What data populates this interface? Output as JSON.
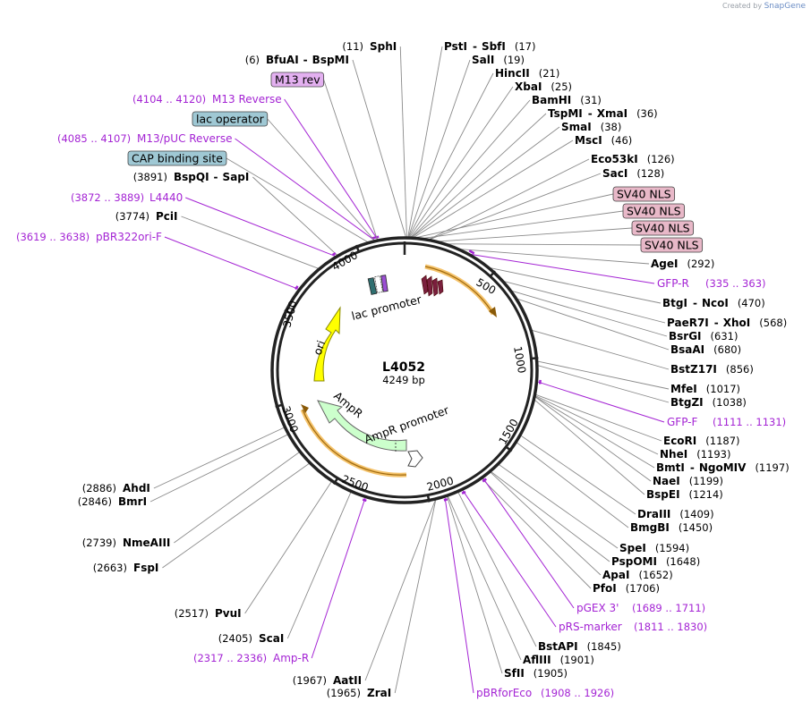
{
  "credit": {
    "prefix": "Created by",
    "brand": "SnapGene"
  },
  "plasmid": {
    "name": "L4052",
    "length_label": "4249 bp",
    "total_bp": 4249
  },
  "ring_ticks": [
    "500",
    "1000",
    "1500",
    "2000",
    "2500",
    "3000",
    "3500",
    "4000"
  ],
  "features": [
    {
      "label": "lac promoter",
      "color": "#ffffff",
      "kind": "promoter"
    },
    {
      "label": "ori",
      "color": "#ffff00",
      "kind": "origin"
    },
    {
      "label": "AmpR",
      "color": "#ccffcc",
      "kind": "cds"
    },
    {
      "label": "AmpR promoter",
      "color": "#ffffff",
      "kind": "promoter"
    }
  ],
  "boxed_labels": [
    {
      "text": "M13 rev",
      "color": "#e3b0f0"
    },
    {
      "text": "lac operator",
      "color": "#9fc8d4"
    },
    {
      "text": "CAP binding site",
      "color": "#9fc8d4"
    },
    {
      "text": "SV40 NLS",
      "color": "#e8b8c8"
    },
    {
      "text": "SV40 NLS",
      "color": "#e8b8c8"
    },
    {
      "text": "SV40 NLS",
      "color": "#e8b8c8"
    },
    {
      "text": "SV40 NLS",
      "color": "#e8b8c8"
    }
  ],
  "sites_left": [
    {
      "pos": "(11)",
      "name": "SphI"
    },
    {
      "pos": "(6)",
      "name": "BfuAI",
      "name2": "BspMI"
    },
    {
      "pos": "(3891)",
      "name": "BspQI",
      "name2": "SapI"
    },
    {
      "pos": "(3774)",
      "name": "PciI"
    },
    {
      "pos": "(2886)",
      "name": "AhdI"
    },
    {
      "pos": "(2846)",
      "name": "BmrI"
    },
    {
      "pos": "(2739)",
      "name": "NmeAIII"
    },
    {
      "pos": "(2663)",
      "name": "FspI"
    },
    {
      "pos": "(2517)",
      "name": "PvuI"
    },
    {
      "pos": "(2405)",
      "name": "ScaI"
    },
    {
      "pos": "(1967)",
      "name": "AatII"
    },
    {
      "pos": "(1965)",
      "name": "ZraI"
    }
  ],
  "sites_right": [
    {
      "name": "PstI",
      "name2": "SbfI",
      "pos": "(17)"
    },
    {
      "name": "SalI",
      "pos": "(19)"
    },
    {
      "name": "HincII",
      "pos": "(21)"
    },
    {
      "name": "XbaI",
      "pos": "(25)"
    },
    {
      "name": "BamHI",
      "pos": "(31)"
    },
    {
      "name": "TspMI",
      "name2": "XmaI",
      "pos": "(36)"
    },
    {
      "name": "SmaI",
      "pos": "(38)"
    },
    {
      "name": "MscI",
      "pos": "(46)"
    },
    {
      "name": "Eco53kI",
      "pos": "(126)"
    },
    {
      "name": "SacI",
      "pos": "(128)"
    },
    {
      "name": "AgeI",
      "pos": "(292)"
    },
    {
      "name": "BtgI",
      "name2": "NcoI",
      "pos": "(470)"
    },
    {
      "name": "PaeR7I",
      "name2": "XhoI",
      "pos": "(568)"
    },
    {
      "name": "BsrGI",
      "pos": "(631)"
    },
    {
      "name": "BsaAI",
      "pos": "(680)"
    },
    {
      "name": "BstZ17I",
      "pos": "(856)"
    },
    {
      "name": "MfeI",
      "pos": "(1017)"
    },
    {
      "name": "BtgZI",
      "pos": "(1038)"
    },
    {
      "name": "EcoRI",
      "pos": "(1187)"
    },
    {
      "name": "NheI",
      "pos": "(1193)"
    },
    {
      "name": "BmtI",
      "name2": "NgoMIV",
      "pos": "(1197)"
    },
    {
      "name": "NaeI",
      "pos": "(1199)"
    },
    {
      "name": "BspEI",
      "pos": "(1214)"
    },
    {
      "name": "DraIII",
      "pos": "(1409)"
    },
    {
      "name": "BmgBI",
      "pos": "(1450)"
    },
    {
      "name": "SpeI",
      "pos": "(1594)"
    },
    {
      "name": "PspOMI",
      "pos": "(1648)"
    },
    {
      "name": "ApaI",
      "pos": "(1652)"
    },
    {
      "name": "PfoI",
      "pos": "(1706)"
    },
    {
      "name": "BstAPI",
      "pos": "(1845)"
    },
    {
      "name": "AflIII",
      "pos": "(1901)"
    },
    {
      "name": "SfII",
      "pos": "(1905)"
    }
  ],
  "primers": [
    {
      "range": "(4104 .. 4120)",
      "name": "M13 Reverse"
    },
    {
      "range": "(4085 .. 4107)",
      "name": "M13/pUC Reverse"
    },
    {
      "range": "(3872 .. 3889)",
      "name": "L4440"
    },
    {
      "range": "(3619 .. 3638)",
      "name": "pBR322ori-F"
    },
    {
      "range": "(2317 .. 2336)",
      "name": "Amp-R"
    },
    {
      "name": "GFP-R",
      "range": "(335 .. 363)"
    },
    {
      "name": "GFP-F",
      "range": "(1111 .. 1131)"
    },
    {
      "name": "pGEX 3'",
      "range": "(1689 .. 1711)"
    },
    {
      "name": "pRS-marker",
      "range": "(1811 .. 1830)"
    },
    {
      "name": "pBRforEco",
      "range": "(1908 .. 1926)"
    }
  ],
  "colors": {
    "primer": "#a424d4",
    "backbone": "#222222",
    "leader": "#888888",
    "orange": "#f5a623"
  }
}
